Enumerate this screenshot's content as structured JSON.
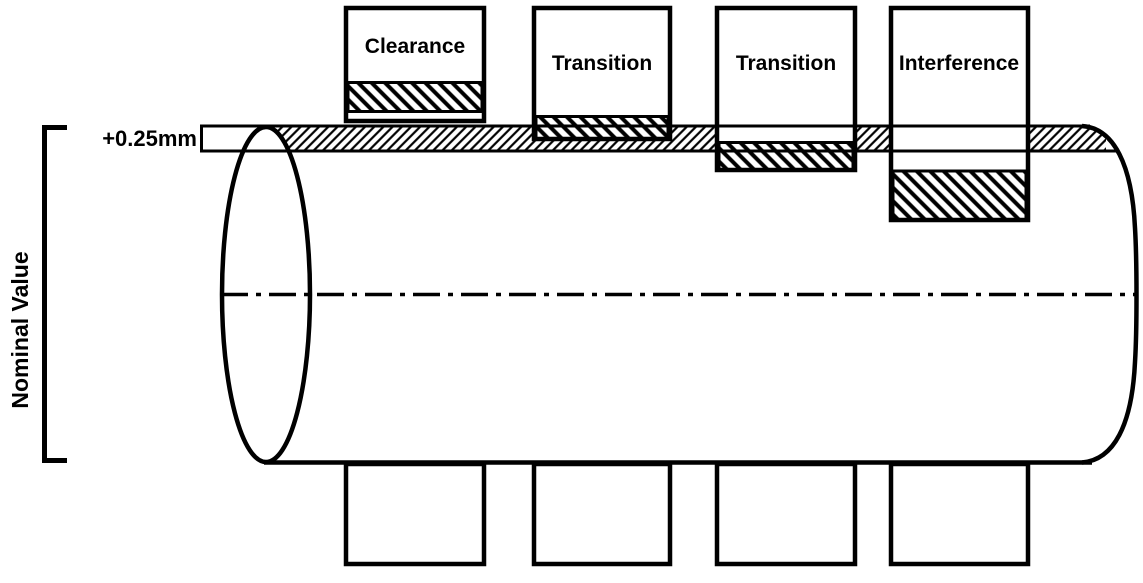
{
  "diagram": {
    "subject": "Engineering fit types shown against a shaft tolerance band",
    "fits": [
      {
        "label": "Clearance",
        "zone_position": "entirely above shaft upper limit"
      },
      {
        "label": "Transition",
        "zone_position": "straddles shaft upper limit"
      },
      {
        "label": "Transition",
        "zone_position": "straddles shaft lower limit"
      },
      {
        "label": "Interference",
        "zone_position": "entirely below shaft tolerance band"
      }
    ],
    "shaft": {
      "upper_deviation_label": "+0.25mm",
      "dimension_label": "Nominal Value"
    },
    "colors": {
      "ink": "#000000",
      "paper": "#ffffff"
    }
  }
}
